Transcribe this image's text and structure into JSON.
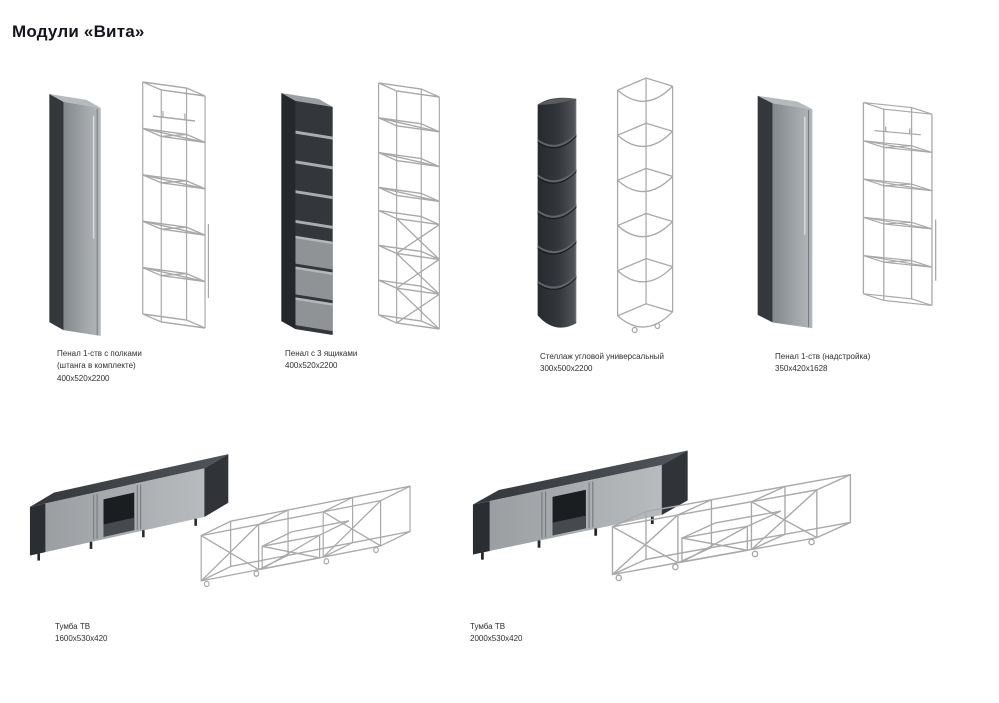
{
  "page": {
    "title": "Модули «Вита»"
  },
  "colors": {
    "title_text": "#14141c",
    "caption_text": "#2e2e2e",
    "solid_dark": "#34383c",
    "solid_light": "#a9adb0",
    "wireframe_line": "#a8a8a8",
    "background": "#ffffff"
  },
  "products": [
    {
      "id": "penal-1stv-polki",
      "line1": "Пенал 1-ств с полками",
      "line2": "(штанга в комплекте)",
      "line3": "400х520х2200"
    },
    {
      "id": "penal-3-yashchika",
      "line1": "Пенал с 3 ящиками",
      "line2": "400х520х2200",
      "line3": ""
    },
    {
      "id": "stellazh-uglovoy",
      "line1": "Стеллаж угловой универсальный",
      "line2": "300х500х2200",
      "line3": ""
    },
    {
      "id": "penal-1stv-nadstroyka",
      "line1": "Пенал 1-ств (надстройка)",
      "line2": "350х420х1628",
      "line3": ""
    },
    {
      "id": "tumba-tv-1600",
      "line1": "Тумба ТВ",
      "line2": "1600х530х420",
      "line3": ""
    },
    {
      "id": "tumba-tv-2000",
      "line1": "Тумба ТВ",
      "line2": "2000х530х420",
      "line3": ""
    }
  ]
}
